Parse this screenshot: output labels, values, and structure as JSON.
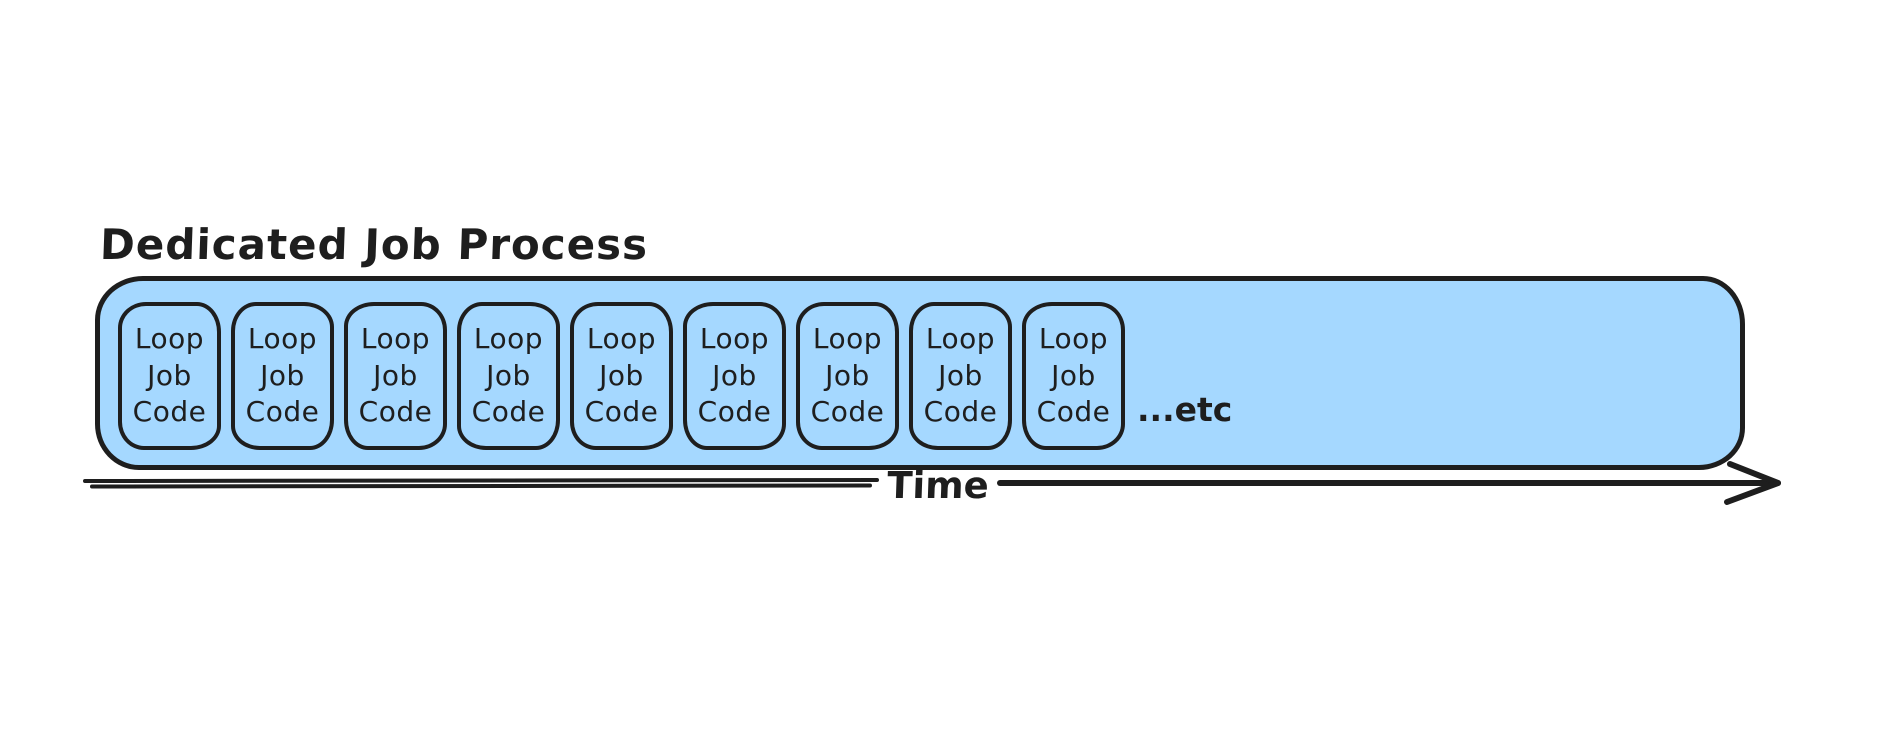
{
  "diagram": {
    "title": "Dedicated Job Process",
    "process_block": {
      "box_count": 9,
      "box_lines": [
        "Loop",
        "Job",
        "Code"
      ],
      "etc_label": "...etc"
    },
    "time_axis": {
      "label": "Time"
    },
    "colors": {
      "container_fill": "#a5d8ff",
      "stroke": "#1e1e1e",
      "background": "#ffffff"
    }
  }
}
